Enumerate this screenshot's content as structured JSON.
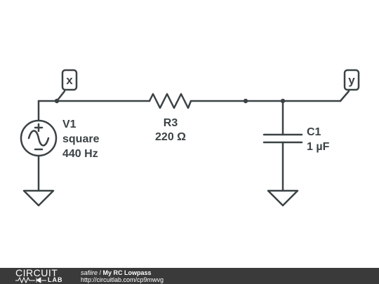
{
  "schematic": {
    "nodes": {
      "x": "x",
      "y": "y"
    },
    "v1": {
      "ref": "V1",
      "type": "square",
      "freq": "440 Hz"
    },
    "r3": {
      "ref": "R3",
      "value": "220 Ω"
    },
    "c1": {
      "ref": "C1",
      "value": "1 µF"
    }
  },
  "footer": {
    "logo_top": "CIRCUIT",
    "logo_bottom": "LAB",
    "author": "safiire",
    "separator": " / ",
    "title": "My RC Lowpass",
    "url": "http://circuitlab.com/cp9mwvg"
  }
}
